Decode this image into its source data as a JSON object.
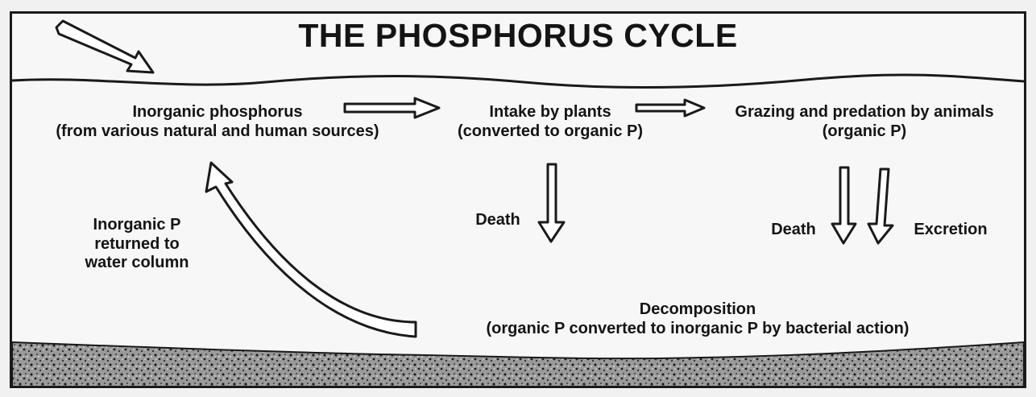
{
  "title": "THE PHOSPHORUS CYCLE",
  "nodes": {
    "inorganic_phosphorus": {
      "line1": "Inorganic phosphorus",
      "line2": "(from various natural and human sources)"
    },
    "intake_by_plants": {
      "line1": "Intake by plants",
      "line2": "(converted to organic P)"
    },
    "grazing": {
      "line1": "Grazing and predation by animals",
      "line2": "(organic P)"
    },
    "decomposition": {
      "line1": "Decomposition",
      "line2": "(organic P converted to inorganic P by bacterial action)"
    }
  },
  "edge_labels": {
    "plant_death": "Death",
    "animal_death": "Death",
    "excretion": "Excretion",
    "returned": {
      "line1": "Inorganic P",
      "line2": "returned to",
      "line3": "water column"
    }
  },
  "colors": {
    "ink": "#141414",
    "paper": "#f7f7f7",
    "sediment": "#2b2b2b"
  }
}
